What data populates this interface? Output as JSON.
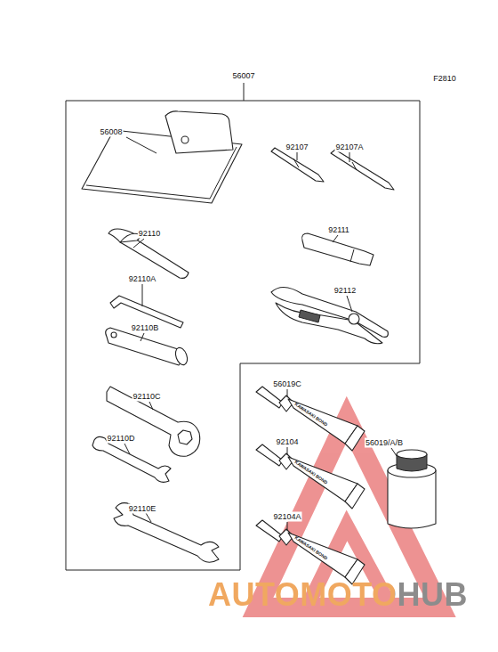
{
  "diagram": {
    "nodes": [
      {
        "text": [
          "56007"
        ]
      }
    ],
    "labels": [
      "F2810",
      "56008",
      "92107",
      "92107A",
      "92110",
      "92111",
      "92110A",
      "92112",
      "92110B",
      "56019C",
      "92110C",
      "92104",
      "56019/A/B",
      "92110D",
      "92104A",
      "92110E",
      "KAWASAKI BOND",
      "KAWASAKI BOND",
      "KAWASAKI BOND",
      "AUTOMOTOHUB"
    ]
  }
}
